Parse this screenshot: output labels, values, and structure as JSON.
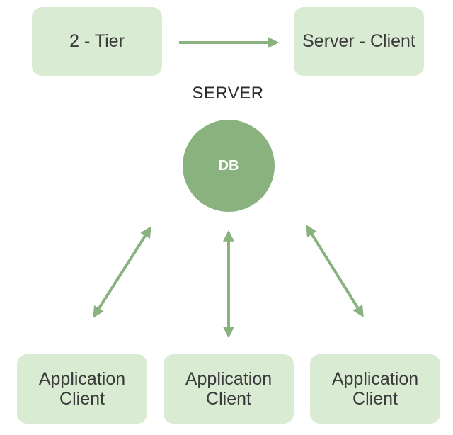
{
  "colors": {
    "box_fill": "#d9ebd2",
    "db_fill": "#89b27e",
    "arrow": "#89b27e"
  },
  "top": {
    "left_box": "2 - Tier",
    "right_box": "Server - Client"
  },
  "server_label": "SERVER",
  "db_label": "DB",
  "clients": [
    {
      "line1": "Application",
      "line2": "Client"
    },
    {
      "line1": "Application",
      "line2": "Client"
    },
    {
      "line1": "Application",
      "line2": "Client"
    }
  ]
}
